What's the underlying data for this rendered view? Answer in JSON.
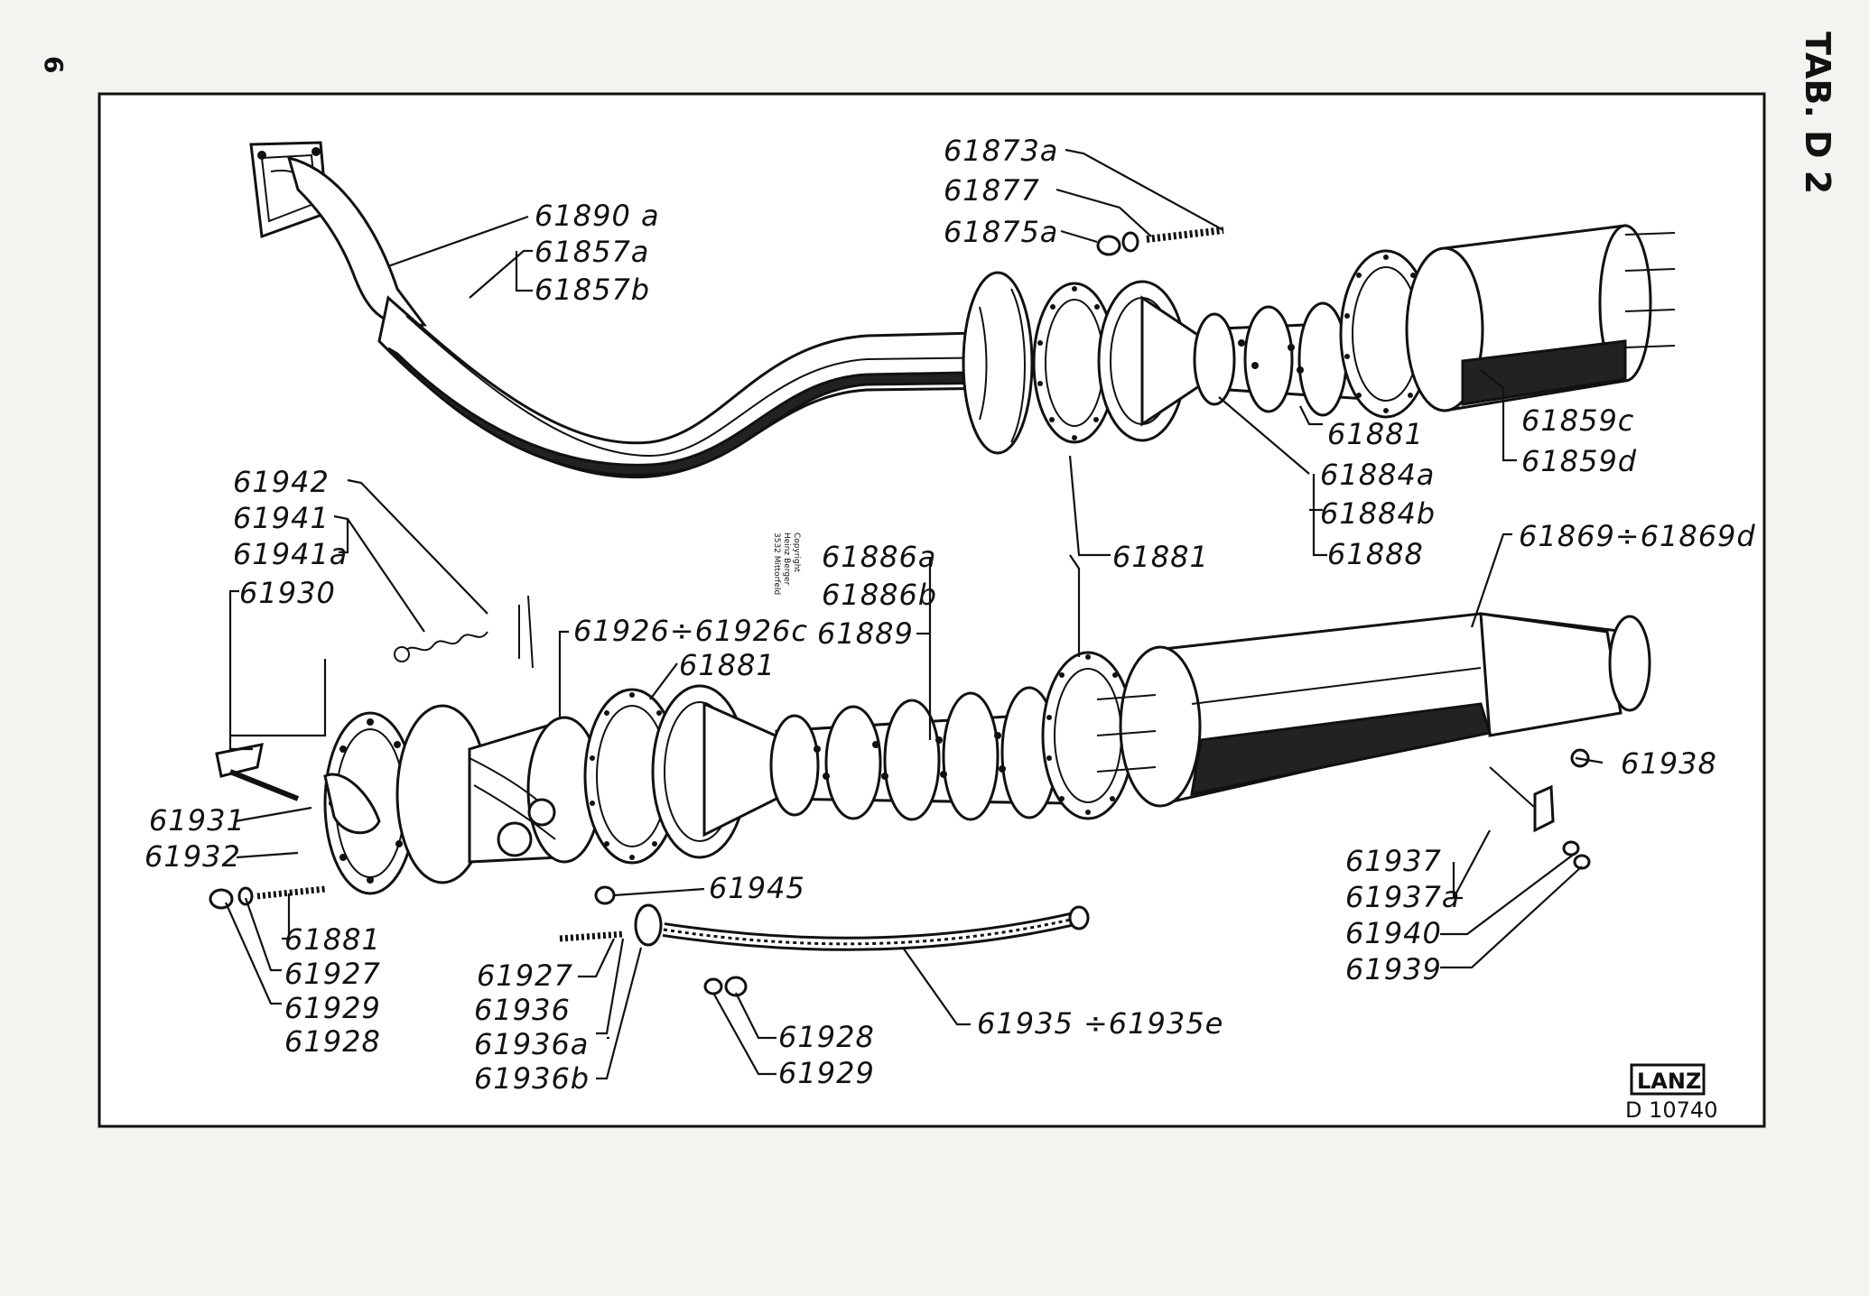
{
  "page": {
    "number": "6",
    "table_title": "TAB. D 2"
  },
  "copyright": {
    "line1": "Copyright",
    "line2": "Heinz Berger",
    "line3": "3532 Mittorfeld"
  },
  "logo": {
    "brand": "LANZ",
    "drawing_number": "D 10740"
  },
  "labels": {
    "p61873a": "61873a",
    "p61877": "61877",
    "p61875a": "61875a",
    "p61890a": "61890 a",
    "p61857a": "61857a",
    "p61857b": "61857b",
    "p61881_top": "61881",
    "p61859c": "61859c",
    "p61859d": "61859d",
    "p61884a": "61884a",
    "p61884b": "61884b",
    "p61888": "61888",
    "p61881_mid": "61881",
    "p61869": "61869÷61869d",
    "p61942": "61942",
    "p61941": "61941",
    "p61941a": "61941a",
    "p61930": "61930",
    "p61886a": "61886a",
    "p61886b": "61886b",
    "p61889": "61889",
    "p61926": "61926÷61926c",
    "p61881_low": "61881",
    "p61938": "61938",
    "p61931": "61931",
    "p61932": "61932",
    "p61945": "61945",
    "p61937": "61937",
    "p61937a": "61937a",
    "p61940": "61940",
    "p61939": "61939",
    "p61881_bl": "61881",
    "p61927_l": "61927",
    "p61929_l": "61929",
    "p61928_l": "61928",
    "p61927_c": "61927",
    "p61936": "61936",
    "p61936a": "61936a",
    "p61936b": "61936b",
    "p61928_c": "61928",
    "p61929_c": "61929",
    "p61935": "61935 ÷61935e"
  }
}
